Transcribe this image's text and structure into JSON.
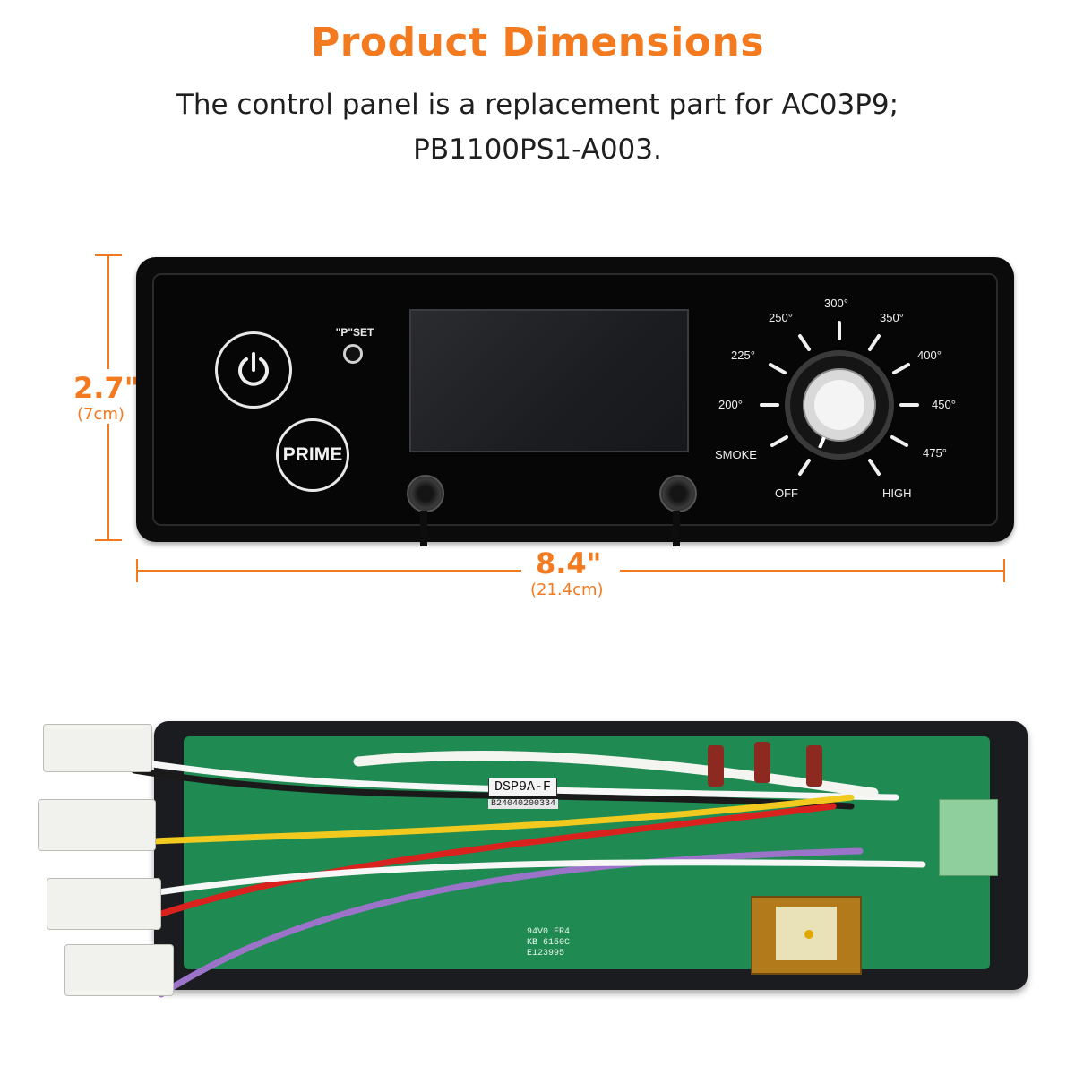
{
  "header": {
    "title": "Product Dimensions",
    "subtitle_line1": "The control panel is a replacement part for AC03P9;",
    "subtitle_line2": "PB1100PS1-A003."
  },
  "dimensions": {
    "height_value": "2.7\"",
    "height_metric": "(7cm)",
    "width_value": "8.4\"",
    "width_metric": "(21.4cm)"
  },
  "panel": {
    "pset_label": "\"P\"SET",
    "prime_label": "PRIME",
    "temp_labels": [
      "SMOKE",
      "200°",
      "225°",
      "250°",
      "300°",
      "350°",
      "400°",
      "450°",
      "475°",
      "HIGH",
      "OFF"
    ]
  },
  "board": {
    "model_code": "DSP9A-F",
    "serial": "B24040200334",
    "mark_line1": "94V0 FR4",
    "mark_line2": "KB 6150C",
    "mark_line3": "E123995"
  },
  "colors": {
    "accent": "#f47a20",
    "panel": "#0b0b0c",
    "pcb": "#1f8a52"
  }
}
